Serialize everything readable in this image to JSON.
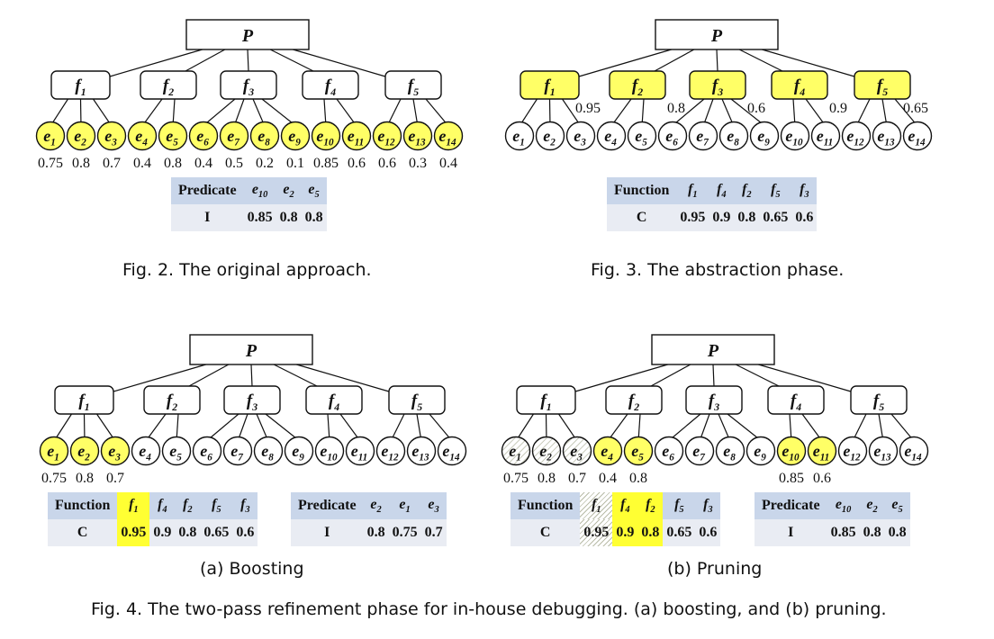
{
  "figures": [
    {
      "id": "fig2",
      "root": "P",
      "functions": [
        {
          "name": "f",
          "sub": "1",
          "children": [
            1,
            2,
            3
          ],
          "fill": "none",
          "score": ""
        },
        {
          "name": "f",
          "sub": "2",
          "children": [
            4,
            5
          ],
          "fill": "none",
          "score": ""
        },
        {
          "name": "f",
          "sub": "3",
          "children": [
            6,
            7,
            8,
            9
          ],
          "fill": "none",
          "score": ""
        },
        {
          "name": "f",
          "sub": "4",
          "children": [
            10,
            11
          ],
          "fill": "none",
          "score": ""
        },
        {
          "name": "f",
          "sub": "5",
          "children": [
            12,
            13,
            14
          ],
          "fill": "none",
          "score": ""
        }
      ],
      "elements": [
        {
          "n": "1",
          "fill": "yellow",
          "value": "0.75"
        },
        {
          "n": "2",
          "fill": "yellow",
          "value": "0.8"
        },
        {
          "n": "3",
          "fill": "yellow",
          "value": "0.7"
        },
        {
          "n": "4",
          "fill": "yellow",
          "value": "0.4"
        },
        {
          "n": "5",
          "fill": "yellow",
          "value": "0.8"
        },
        {
          "n": "6",
          "fill": "yellow",
          "value": "0.4"
        },
        {
          "n": "7",
          "fill": "yellow",
          "value": "0.5"
        },
        {
          "n": "8",
          "fill": "yellow",
          "value": "0.2"
        },
        {
          "n": "9",
          "fill": "yellow",
          "value": "0.1"
        },
        {
          "n": "10",
          "fill": "yellow",
          "value": "0.85"
        },
        {
          "n": "11",
          "fill": "yellow",
          "value": "0.6"
        },
        {
          "n": "12",
          "fill": "yellow",
          "value": "0.6"
        },
        {
          "n": "13",
          "fill": "yellow",
          "value": "0.3"
        },
        {
          "n": "14",
          "fill": "yellow",
          "value": "0.4"
        }
      ],
      "caption": "Fig. 2.  The original approach."
    },
    {
      "id": "fig3",
      "root": "P",
      "functions": [
        {
          "name": "f",
          "sub": "1",
          "children": [
            1,
            2,
            3
          ],
          "fill": "yellow",
          "score": "0.95"
        },
        {
          "name": "f",
          "sub": "2",
          "children": [
            4,
            5
          ],
          "fill": "yellow",
          "score": "0.8"
        },
        {
          "name": "f",
          "sub": "3",
          "children": [
            6,
            7,
            8,
            9
          ],
          "fill": "yellow",
          "score": "0.6"
        },
        {
          "name": "f",
          "sub": "4",
          "children": [
            10,
            11
          ],
          "fill": "yellow",
          "score": "0.9"
        },
        {
          "name": "f",
          "sub": "5",
          "children": [
            12,
            13,
            14
          ],
          "fill": "yellow",
          "score": "0.65"
        }
      ],
      "elements": [
        {
          "n": "1",
          "fill": "none",
          "value": ""
        },
        {
          "n": "2",
          "fill": "none",
          "value": ""
        },
        {
          "n": "3",
          "fill": "none",
          "value": ""
        },
        {
          "n": "4",
          "fill": "none",
          "value": ""
        },
        {
          "n": "5",
          "fill": "none",
          "value": ""
        },
        {
          "n": "6",
          "fill": "none",
          "value": ""
        },
        {
          "n": "7",
          "fill": "none",
          "value": ""
        },
        {
          "n": "8",
          "fill": "none",
          "value": ""
        },
        {
          "n": "9",
          "fill": "none",
          "value": ""
        },
        {
          "n": "10",
          "fill": "none",
          "value": ""
        },
        {
          "n": "11",
          "fill": "none",
          "value": ""
        },
        {
          "n": "12",
          "fill": "none",
          "value": ""
        },
        {
          "n": "13",
          "fill": "none",
          "value": ""
        },
        {
          "n": "14",
          "fill": "none",
          "value": ""
        }
      ],
      "caption": "Fig. 3.  The abstraction phase."
    },
    {
      "id": "fig4a",
      "root": "P",
      "functions": [
        {
          "name": "f",
          "sub": "1",
          "children": [
            1,
            2,
            3
          ],
          "fill": "none",
          "score": ""
        },
        {
          "name": "f",
          "sub": "2",
          "children": [
            4,
            5
          ],
          "fill": "none",
          "score": ""
        },
        {
          "name": "f",
          "sub": "3",
          "children": [
            6,
            7,
            8,
            9
          ],
          "fill": "none",
          "score": ""
        },
        {
          "name": "f",
          "sub": "4",
          "children": [
            10,
            11
          ],
          "fill": "none",
          "score": ""
        },
        {
          "name": "f",
          "sub": "5",
          "children": [
            12,
            13,
            14
          ],
          "fill": "none",
          "score": ""
        }
      ],
      "elements": [
        {
          "n": "1",
          "fill": "yellow",
          "value": "0.75"
        },
        {
          "n": "2",
          "fill": "yellow",
          "value": "0.8"
        },
        {
          "n": "3",
          "fill": "yellow",
          "value": "0.7"
        },
        {
          "n": "4",
          "fill": "none",
          "value": ""
        },
        {
          "n": "5",
          "fill": "none",
          "value": ""
        },
        {
          "n": "6",
          "fill": "none",
          "value": ""
        },
        {
          "n": "7",
          "fill": "none",
          "value": ""
        },
        {
          "n": "8",
          "fill": "none",
          "value": ""
        },
        {
          "n": "9",
          "fill": "none",
          "value": ""
        },
        {
          "n": "10",
          "fill": "none",
          "value": ""
        },
        {
          "n": "11",
          "fill": "none",
          "value": ""
        },
        {
          "n": "12",
          "fill": "none",
          "value": ""
        },
        {
          "n": "13",
          "fill": "none",
          "value": ""
        },
        {
          "n": "14",
          "fill": "none",
          "value": ""
        }
      ],
      "caption": "(a) Boosting"
    },
    {
      "id": "fig4b",
      "root": "P",
      "functions": [
        {
          "name": "f",
          "sub": "1",
          "children": [
            1,
            2,
            3
          ],
          "fill": "none",
          "score": ""
        },
        {
          "name": "f",
          "sub": "2",
          "children": [
            4,
            5
          ],
          "fill": "none",
          "score": ""
        },
        {
          "name": "f",
          "sub": "3",
          "children": [
            6,
            7,
            8,
            9
          ],
          "fill": "none",
          "score": ""
        },
        {
          "name": "f",
          "sub": "4",
          "children": [
            10,
            11
          ],
          "fill": "none",
          "score": ""
        },
        {
          "name": "f",
          "sub": "5",
          "children": [
            12,
            13,
            14
          ],
          "fill": "none",
          "score": ""
        }
      ],
      "elements": [
        {
          "n": "1",
          "fill": "hatch",
          "value": "0.75"
        },
        {
          "n": "2",
          "fill": "hatch",
          "value": "0.8"
        },
        {
          "n": "3",
          "fill": "hatch",
          "value": "0.7"
        },
        {
          "n": "4",
          "fill": "yellow",
          "value": "0.4"
        },
        {
          "n": "5",
          "fill": "yellow",
          "value": "0.8"
        },
        {
          "n": "6",
          "fill": "none",
          "value": ""
        },
        {
          "n": "7",
          "fill": "none",
          "value": ""
        },
        {
          "n": "8",
          "fill": "none",
          "value": ""
        },
        {
          "n": "9",
          "fill": "none",
          "value": ""
        },
        {
          "n": "10",
          "fill": "yellow",
          "value": "0.85"
        },
        {
          "n": "11",
          "fill": "yellow",
          "value": "0.6"
        },
        {
          "n": "12",
          "fill": "none",
          "value": ""
        },
        {
          "n": "13",
          "fill": "none",
          "value": ""
        },
        {
          "n": "14",
          "fill": "none",
          "value": ""
        }
      ],
      "caption": "(b) Pruning"
    }
  ],
  "tables": {
    "fig2_predicate": {
      "header": "Predicate",
      "row_label": "I",
      "cols": [
        {
          "sym": "e",
          "sub": "10",
          "val": "0.85",
          "mark": ""
        },
        {
          "sym": "e",
          "sub": "2",
          "val": "0.8",
          "mark": ""
        },
        {
          "sym": "e",
          "sub": "5",
          "val": "0.8",
          "mark": ""
        }
      ]
    },
    "fig3_function": {
      "header": "Function",
      "row_label": "C",
      "cols": [
        {
          "sym": "f",
          "sub": "1",
          "val": "0.95",
          "mark": ""
        },
        {
          "sym": "f",
          "sub": "4",
          "val": "0.9",
          "mark": ""
        },
        {
          "sym": "f",
          "sub": "2",
          "val": "0.8",
          "mark": ""
        },
        {
          "sym": "f",
          "sub": "5",
          "val": "0.65",
          "mark": ""
        },
        {
          "sym": "f",
          "sub": "3",
          "val": "0.6",
          "mark": ""
        }
      ]
    },
    "fig4a_function": {
      "header": "Function",
      "row_label": "C",
      "cols": [
        {
          "sym": "f",
          "sub": "1",
          "val": "0.95",
          "mark": "hl"
        },
        {
          "sym": "f",
          "sub": "4",
          "val": "0.9",
          "mark": ""
        },
        {
          "sym": "f",
          "sub": "2",
          "val": "0.8",
          "mark": ""
        },
        {
          "sym": "f",
          "sub": "5",
          "val": "0.65",
          "mark": ""
        },
        {
          "sym": "f",
          "sub": "3",
          "val": "0.6",
          "mark": ""
        }
      ]
    },
    "fig4a_predicate": {
      "header": "Predicate",
      "row_label": "I",
      "cols": [
        {
          "sym": "e",
          "sub": "2",
          "val": "0.8",
          "mark": ""
        },
        {
          "sym": "e",
          "sub": "1",
          "val": "0.75",
          "mark": ""
        },
        {
          "sym": "e",
          "sub": "3",
          "val": "0.7",
          "mark": ""
        }
      ]
    },
    "fig4b_function": {
      "header": "Function",
      "row_label": "C",
      "cols": [
        {
          "sym": "f",
          "sub": "1",
          "val": "0.95",
          "mark": "hatch"
        },
        {
          "sym": "f",
          "sub": "4",
          "val": "0.9",
          "mark": "hl"
        },
        {
          "sym": "f",
          "sub": "2",
          "val": "0.8",
          "mark": "hl"
        },
        {
          "sym": "f",
          "sub": "5",
          "val": "0.65",
          "mark": ""
        },
        {
          "sym": "f",
          "sub": "3",
          "val": "0.6",
          "mark": ""
        }
      ]
    },
    "fig4b_predicate": {
      "header": "Predicate",
      "row_label": "I",
      "cols": [
        {
          "sym": "e",
          "sub": "10",
          "val": "0.85",
          "mark": ""
        },
        {
          "sym": "e",
          "sub": "2",
          "val": "0.8",
          "mark": ""
        },
        {
          "sym": "e",
          "sub": "5",
          "val": "0.8",
          "mark": ""
        }
      ]
    }
  },
  "main_caption": "Fig. 4.  The two-pass refinement phase for in-house debugging. (a) boosting, and (b) pruning.",
  "colors": {
    "yellow": "#ffff66",
    "highlight": "#ffff33",
    "header_bg": "#c9d6ea",
    "body_bg": "#e9ecf3",
    "hatch_line": "#b9bca8"
  }
}
